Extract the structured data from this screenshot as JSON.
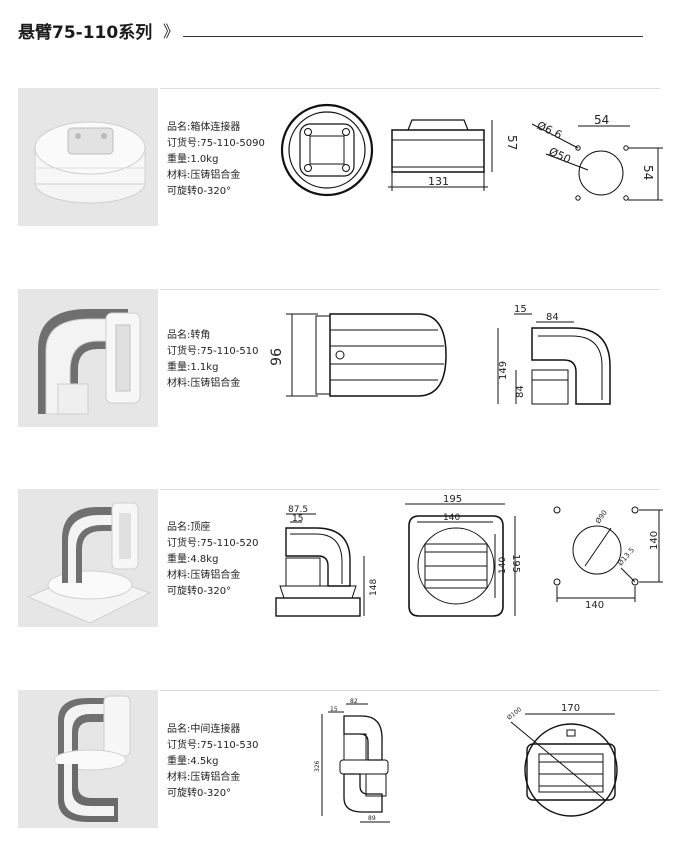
{
  "header": {
    "title": "悬臂75-110系列",
    "chevron": "》"
  },
  "products": [
    {
      "name": "品名:箱体连接器",
      "part": "订货号:75-110-5090",
      "weight": "重量:1.0kg",
      "material": "材料:压铸铝合金",
      "rotation": "可旋转0-320°",
      "dims": {
        "height": "57",
        "width": "131",
        "hole_dia": "Ø6.6",
        "circle": "Ø50",
        "spacing_x": "54",
        "spacing_y": "54"
      }
    },
    {
      "name": "品名:转角",
      "part": "订货号:75-110-510",
      "weight": "重量:1.1kg",
      "material": "材料:压铸铝合金",
      "dims": {
        "front_h": "96",
        "top_a": "15",
        "top_b": "84",
        "side_h": "149",
        "side_b": "84"
      }
    },
    {
      "name": "品名:顶座",
      "part": "订货号:75-110-520",
      "weight": "重量:4.8kg",
      "material": "材料:压铸铝合金",
      "rotation": "可旋转0-320°",
      "dims": {
        "top_a": "87.5",
        "top_b": "15",
        "side_h": "148",
        "base_w": "195",
        "inner_w": "140",
        "inner_h": "140",
        "base_h": "195",
        "circle": "Ø90",
        "hole": "Ø13.5",
        "hp_y": "140",
        "hp_x": "140"
      }
    },
    {
      "name": "品名:中间连接器",
      "part": "订货号:75-110-530",
      "weight": "重量:4.5kg",
      "material": "材料:压铸铝合金",
      "rotation": "可旋转0-320°",
      "dims": {
        "top": "82",
        "small": "15",
        "height": "326",
        "bottom": "89",
        "width": "170",
        "circle": "Ø100"
      }
    }
  ]
}
